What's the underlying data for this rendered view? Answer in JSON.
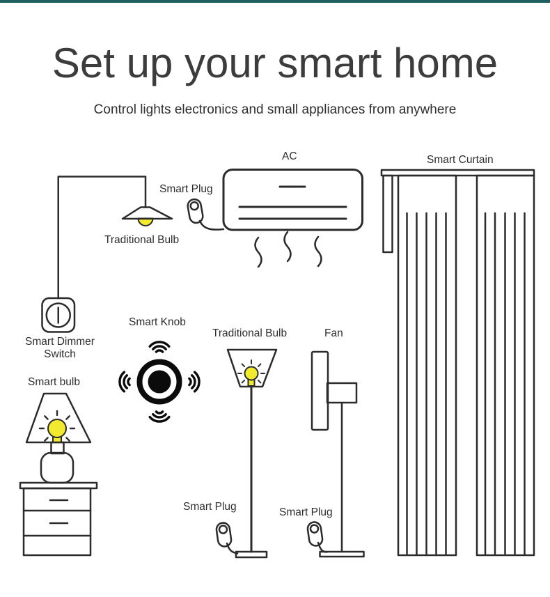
{
  "colors": {
    "accent": "#215e5e",
    "line": "#2b2b2b",
    "knob": "#0b0b0b",
    "bulb": "#f2ea2e",
    "ink": "#3c3c3c",
    "label": "#2e2e2e"
  },
  "header": {
    "title": "Set up your smart home",
    "subtitle": "Control lights electronics and small appliances from anywhere"
  },
  "labels": {
    "smart_plug_ac": "Smart Plug",
    "ac": "AC",
    "smart_curtain": "Smart Curtain",
    "pendant_bulb": "Traditional Bulb",
    "smart_dimmer_line1": "Smart Dimmer",
    "smart_dimmer_line2": "Switch",
    "smart_knob": "Smart Knob",
    "smart_bulb": "Smart bulb",
    "floor_bulb": "Traditional Bulb",
    "fan": "Fan",
    "smart_plug_lamp": "Smart Plug",
    "smart_plug_fan": "Smart Plug"
  }
}
